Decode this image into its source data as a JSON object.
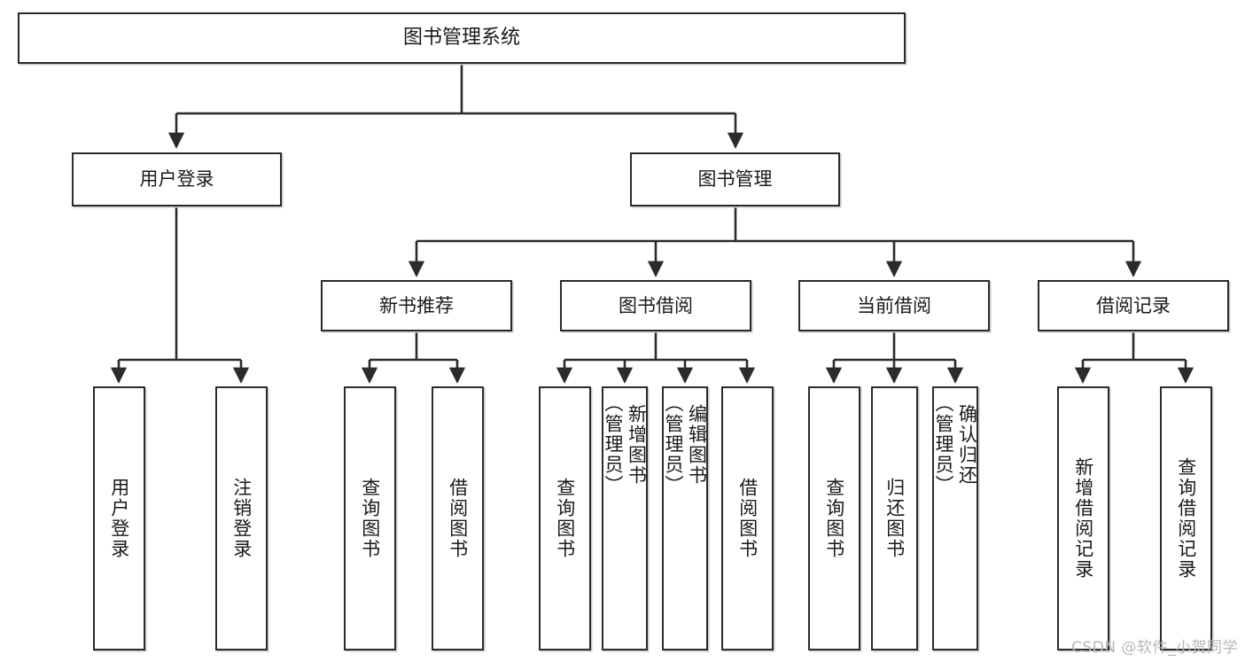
{
  "diagram": {
    "title": "图书管理系统",
    "type": "tree-hierarchy",
    "watermark": "CSDN @软件_小贺同学",
    "colors": {
      "box_border": "#2b2b2b",
      "box_fill": "#ffffff",
      "edge": "#2b2b2b",
      "text": "#1a1a1a",
      "watermark": "#b7b7b7",
      "shadow": "#c9c9c9"
    }
  },
  "nodes": {
    "root": {
      "label": "图书管理系统"
    },
    "level2": [
      {
        "id": "user-login",
        "label": "用户登录"
      },
      {
        "id": "book-management",
        "label": "图书管理"
      }
    ],
    "level3": [
      {
        "id": "new-book-recommend",
        "label": "新书推荐"
      },
      {
        "id": "book-borrow",
        "label": "图书借阅"
      },
      {
        "id": "current-borrow",
        "label": "当前借阅"
      },
      {
        "id": "borrow-record",
        "label": "借阅记录"
      }
    ],
    "leaves": {
      "user_login": [
        {
          "id": "leaf-user-login",
          "label": "用户登录"
        },
        {
          "id": "leaf-logout",
          "label": "注销登录"
        }
      ],
      "new_book_recommend": [
        {
          "id": "leaf-query-book-1",
          "label": "查询图书"
        },
        {
          "id": "leaf-borrow-book-1",
          "label": "借阅图书"
        }
      ],
      "book_borrow": [
        {
          "id": "leaf-query-book-2",
          "label": "查询图书"
        },
        {
          "id": "leaf-add-book",
          "label": "新增图书\n（管理员）"
        },
        {
          "id": "leaf-edit-book",
          "label": "编辑图书\n（管理员）"
        },
        {
          "id": "leaf-borrow-book-2",
          "label": "借阅图书"
        }
      ],
      "current_borrow": [
        {
          "id": "leaf-query-book-3",
          "label": "查询图书"
        },
        {
          "id": "leaf-return-book",
          "label": "归还图书"
        },
        {
          "id": "leaf-confirm-return",
          "label": "确认归还\n（管理员）"
        }
      ],
      "borrow_record": [
        {
          "id": "leaf-add-record",
          "label": "新增借阅记录"
        },
        {
          "id": "leaf-query-record",
          "label": "查询借阅记录"
        }
      ]
    }
  }
}
